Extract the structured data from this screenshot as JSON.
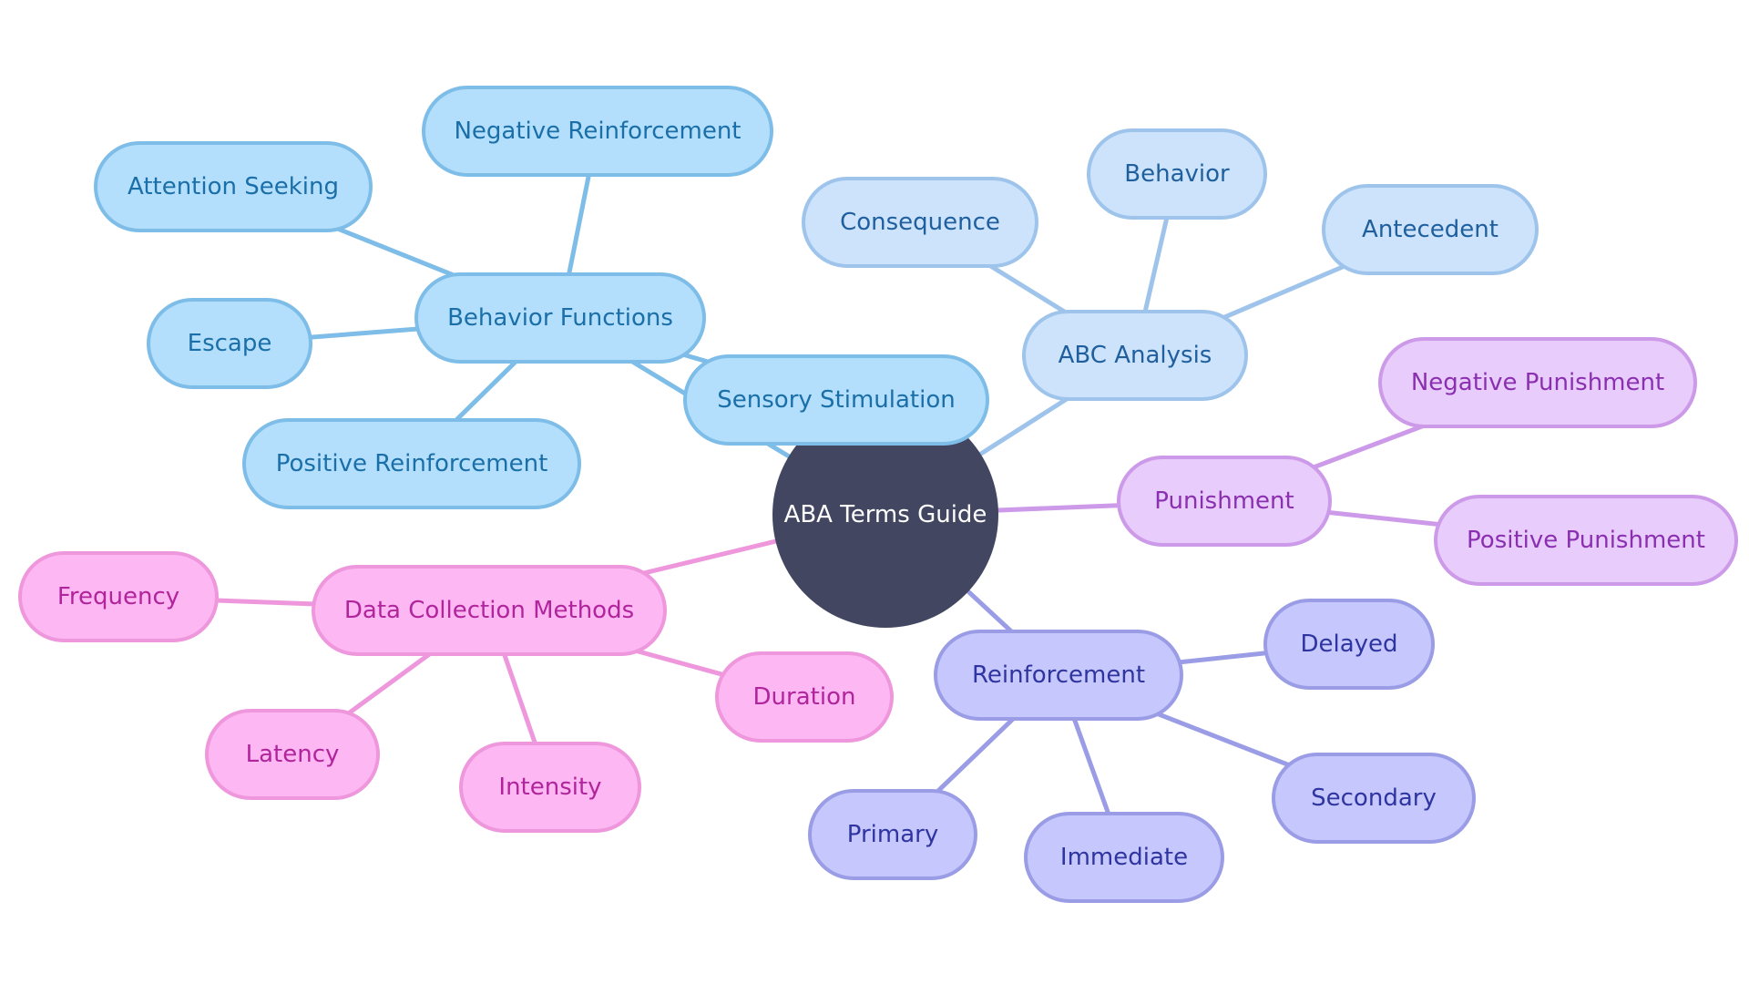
{
  "root": {
    "label": "ABA Terms Guide",
    "fill": "#424660",
    "text": "#ffffff"
  },
  "branches": [
    {
      "key": "behavior_functions",
      "label": "Behavior Functions",
      "fill": "#b3dffc",
      "stroke": "#7dbde8",
      "text": "#1b6fa8",
      "line": "#7dbde8",
      "children": [
        {
          "key": "negative_reinforcement",
          "label": "Negative Reinforcement"
        },
        {
          "key": "attention_seeking",
          "label": "Attention Seeking"
        },
        {
          "key": "escape",
          "label": "Escape"
        },
        {
          "key": "positive_reinforcement",
          "label": "Positive Reinforcement"
        },
        {
          "key": "sensory_stimulation",
          "label": "Sensory Stimulation"
        }
      ]
    },
    {
      "key": "abc_analysis",
      "label": "ABC Analysis",
      "fill": "#cce3fb",
      "stroke": "#9ec4ec",
      "text": "#1f5f9e",
      "line": "#9ec4ec",
      "children": [
        {
          "key": "consequence",
          "label": "Consequence"
        },
        {
          "key": "behavior",
          "label": "Behavior"
        },
        {
          "key": "antecedent",
          "label": "Antecedent"
        }
      ]
    },
    {
      "key": "punishment",
      "label": "Punishment",
      "fill": "#e8ccfb",
      "stroke": "#cc9ae8",
      "text": "#8a2fb0",
      "line": "#cc9ae8",
      "children": [
        {
          "key": "negative_punishment",
          "label": "Negative Punishment"
        },
        {
          "key": "positive_punishment",
          "label": "Positive Punishment"
        }
      ]
    },
    {
      "key": "reinforcement",
      "label": "Reinforcement",
      "fill": "#c6c7fc",
      "stroke": "#9a9de6",
      "text": "#2f35a0",
      "line": "#9a9de6",
      "children": [
        {
          "key": "delayed",
          "label": "Delayed"
        },
        {
          "key": "secondary",
          "label": "Secondary"
        },
        {
          "key": "immediate",
          "label": "Immediate"
        },
        {
          "key": "primary",
          "label": "Primary"
        }
      ]
    },
    {
      "key": "data_collection",
      "label": "Data Collection Methods",
      "fill": "#fdb7f2",
      "stroke": "#ee97dc",
      "text": "#b0249c",
      "line": "#ee97dc",
      "children": [
        {
          "key": "frequency",
          "label": "Frequency"
        },
        {
          "key": "duration",
          "label": "Duration"
        },
        {
          "key": "latency",
          "label": "Latency"
        },
        {
          "key": "intensity",
          "label": "Intensity"
        }
      ]
    }
  ]
}
